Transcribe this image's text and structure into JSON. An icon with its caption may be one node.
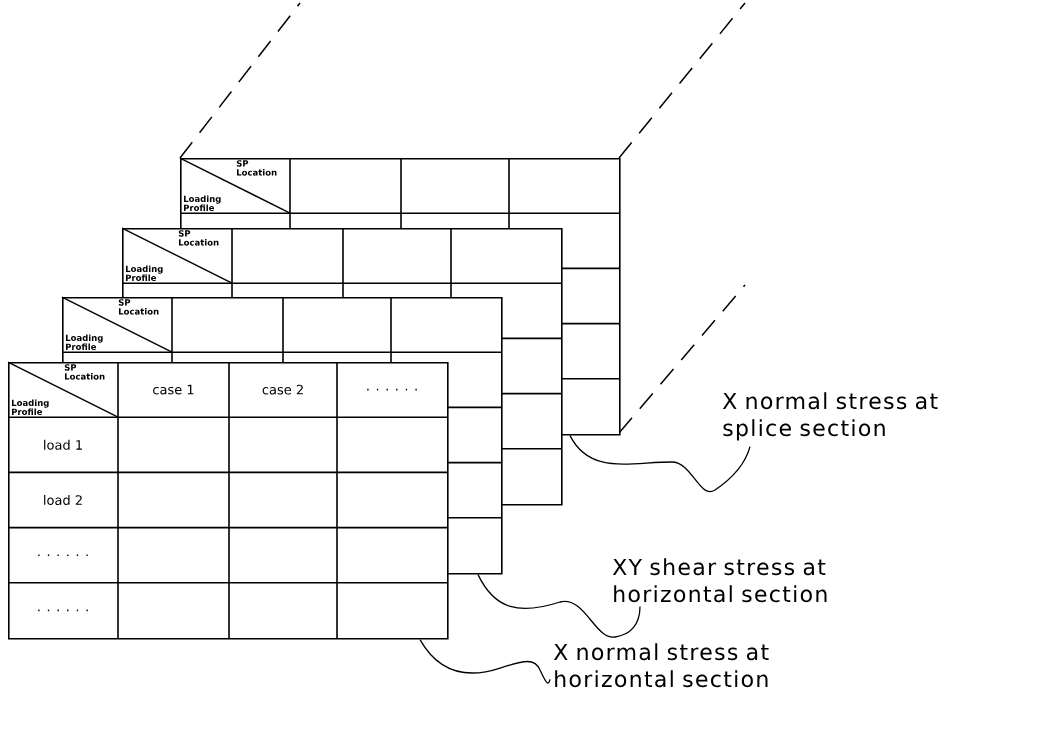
{
  "diagram": {
    "nodes": [
      {
        "text": [
          "SP Location",
          "Loading Profile"
        ]
      },
      {
        "text": [
          "SP Location",
          "Loading Profile"
        ]
      },
      {
        "text": [
          "SP Location",
          "Loading Profile"
        ]
      },
      {
        "text": [
          "SP Location",
          "Loading Profile",
          "case 1",
          "case 2",
          ". . . . . .",
          "load 1",
          "load 2",
          ". . . . . .",
          ". . . . . ."
        ]
      },
      {
        "text": [
          "X normal stress at splice section"
        ]
      },
      {
        "text": [
          "XY shear stress at horizontal section"
        ]
      },
      {
        "text": [
          "X normal stress at horizontal section"
        ]
      }
    ],
    "edges": [
      {
        "from": 0,
        "to": 4,
        "arrow": "none"
      },
      {
        "from": 2,
        "to": 5,
        "arrow": "none"
      },
      {
        "from": 3,
        "to": 6,
        "arrow": "none"
      }
    ]
  }
}
